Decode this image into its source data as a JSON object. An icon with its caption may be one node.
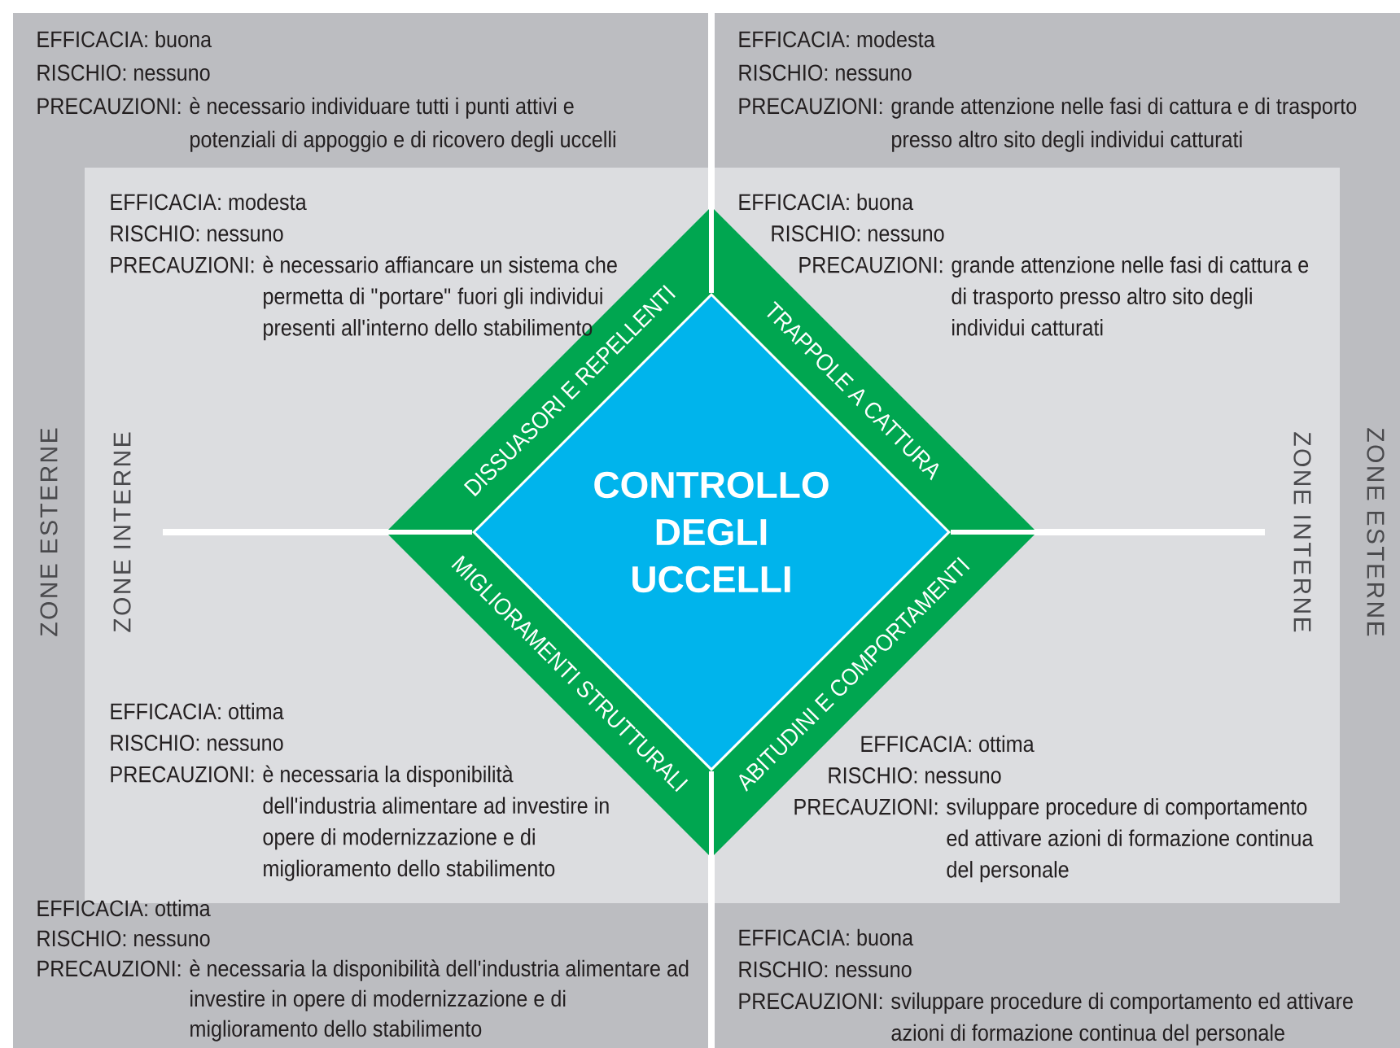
{
  "diagram": {
    "nodes": [
      {
        "text": [
          "CONTROLLO DEGLI UCCELLI"
        ]
      },
      {
        "text": [
          "DISSUASORI E REPELLENTI"
        ]
      },
      {
        "text": [
          "TRAPPOLE A CATTURA"
        ]
      },
      {
        "text": [
          "MIGLIORAMENTI STRUTTURALI"
        ]
      },
      {
        "text": [
          "ABITUDINI E COMPORTAMENTI"
        ]
      }
    ],
    "edges": [],
    "labels": [
      "EFFICACIA: buona",
      "RISCHIO: nessuno",
      "PRECAUZIONI:",
      "è necessario individuare tutti i punti attivi e potenziali di appoggio e di ricovero degli uccelli",
      "EFFICACIA: modesta",
      "RISCHIO: nessuno",
      "PRECAUZIONI:",
      "grande attenzione nelle fasi di cattura e di trasporto presso altro sito degli individui catturati",
      "EFFICACIA: modesta",
      "RISCHIO: nessuno",
      "PRECAUZIONI:",
      "è necessario affiancare un sistema che permetta di \"portare\" fuori gli individui presenti all'interno dello stabilimento",
      "EFFICACIA: buona",
      "RISCHIO: nessuno",
      "PRECAUZIONI:",
      "grande attenzione nelle fasi di cattura e di trasporto presso altro sito degli individui catturati",
      "ZONE ESTERNE",
      "ZONE INTERNE",
      "ZONE INTERNE",
      "ZONE ESTERNE",
      "EFFICACIA: ottima",
      "RISCHIO: nessuno",
      "PRECAUZIONI:",
      "è necessaria la disponibilità dell'industria alimentare ad investire in opere di modernizzazione e di miglioramento dello stabilimento",
      "EFFICACIA: ottima",
      "RISCHIO: nessuno",
      "PRECAUZIONI:",
      "sviluppare procedure di comportamento ed attivare azioni di formazione continua del personale",
      "EFFICACIA: ottima",
      "RISCHIO: nessuno",
      "PRECAUZIONI:",
      "è necessaria la disponibilità dell'industria alimentare ad investire in opere di modernizzazione e di miglioramento dello stabilimento",
      "EFFICACIA: buona",
      "RISCHIO: nessuno",
      "PRECAUZIONI:",
      "sviluppare procedure di comportamento ed attivare azioni di formazione continua del personale"
    ]
  }
}
